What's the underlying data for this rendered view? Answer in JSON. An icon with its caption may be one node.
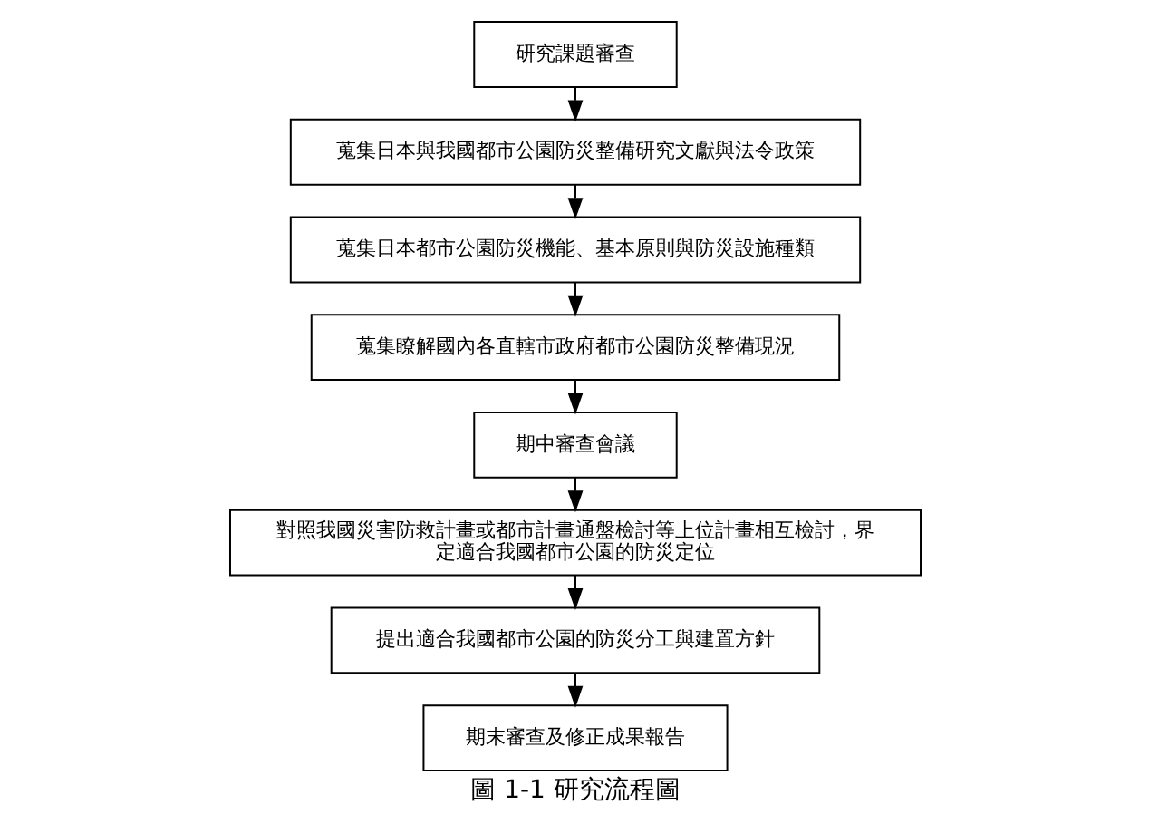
{
  "diagram": {
    "caption": "圖 1-1 研究流程圖",
    "nodes": [
      {
        "text": [
          "研究課題審查"
        ]
      },
      {
        "text": [
          "蒐集日本與我國都市公園防災整備研究文獻與法令政策"
        ]
      },
      {
        "text": [
          "蒐集日本都市公園防災機能、基本原則與防災設施種類"
        ]
      },
      {
        "text": [
          "蒐集瞭解國內各直轄市政府都市公園防災整備現況"
        ]
      },
      {
        "text": [
          "期中審查會議"
        ]
      },
      {
        "text": [
          "對照我國災害防救計畫或都市計畫通盤檢討等上位計畫相互檢討，界定適合我國都市公園的防災定位"
        ]
      },
      {
        "text": [
          "提出適合我國都市公園的防災分工與建置方針"
        ]
      },
      {
        "text": [
          "期末審查及修正成果報告"
        ]
      }
    ],
    "edges": [
      {
        "from": 0,
        "to": 1,
        "arrow": "to"
      },
      {
        "from": 1,
        "to": 2,
        "arrow": "to"
      },
      {
        "from": 2,
        "to": 3,
        "arrow": "to"
      },
      {
        "from": 3,
        "to": 4,
        "arrow": "to"
      },
      {
        "from": 4,
        "to": 5,
        "arrow": "to"
      },
      {
        "from": 5,
        "to": 6,
        "arrow": "to"
      },
      {
        "from": 6,
        "to": 7,
        "arrow": "to"
      }
    ]
  }
}
